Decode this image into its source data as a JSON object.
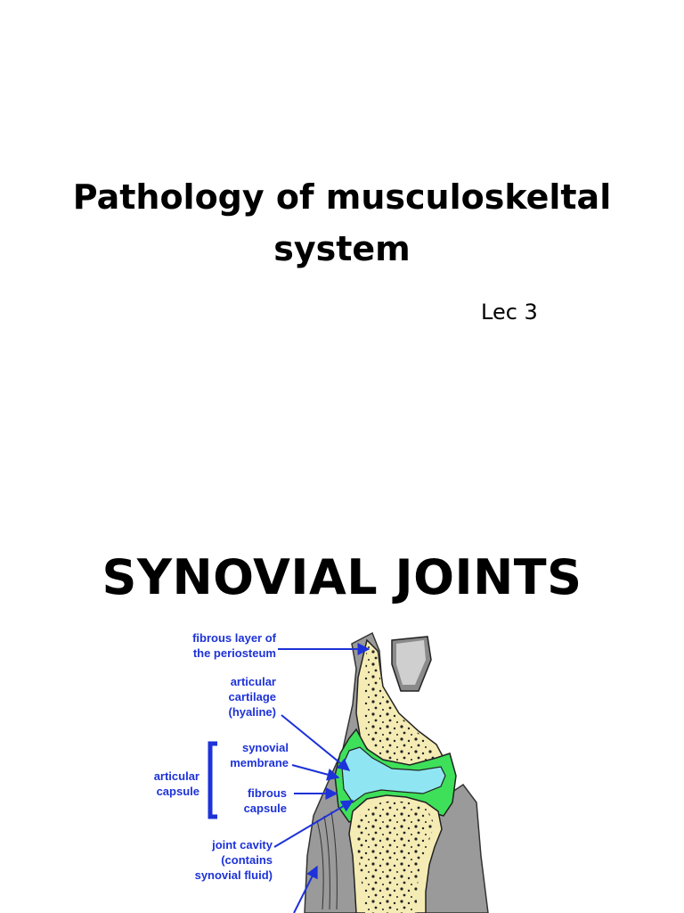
{
  "slide1": {
    "title_line1": "Pathology of musculoskeltal",
    "title_line2": "system",
    "subtitle": "Lec 3"
  },
  "slide2": {
    "heading": "SYNOVIAL JOINTS",
    "diagram": {
      "label_color": "#1d32d8",
      "labels": {
        "fibrous_layer_1": "fibrous layer of",
        "fibrous_layer_2": "the periosteum",
        "cartilage_1": "articular",
        "cartilage_2": "cartilage",
        "cartilage_3": "(hyaline)",
        "synovial_membrane_1": "synovial",
        "synovial_membrane_2": "membrane",
        "articular_capsule_1": "articular",
        "articular_capsule_2": "capsule",
        "fibrous_capsule_1": "fibrous",
        "fibrous_capsule_2": "capsule",
        "joint_cavity_1": "joint cavity",
        "joint_cavity_2": "(contains",
        "joint_cavity_3": "synovial fluid)"
      }
    }
  }
}
